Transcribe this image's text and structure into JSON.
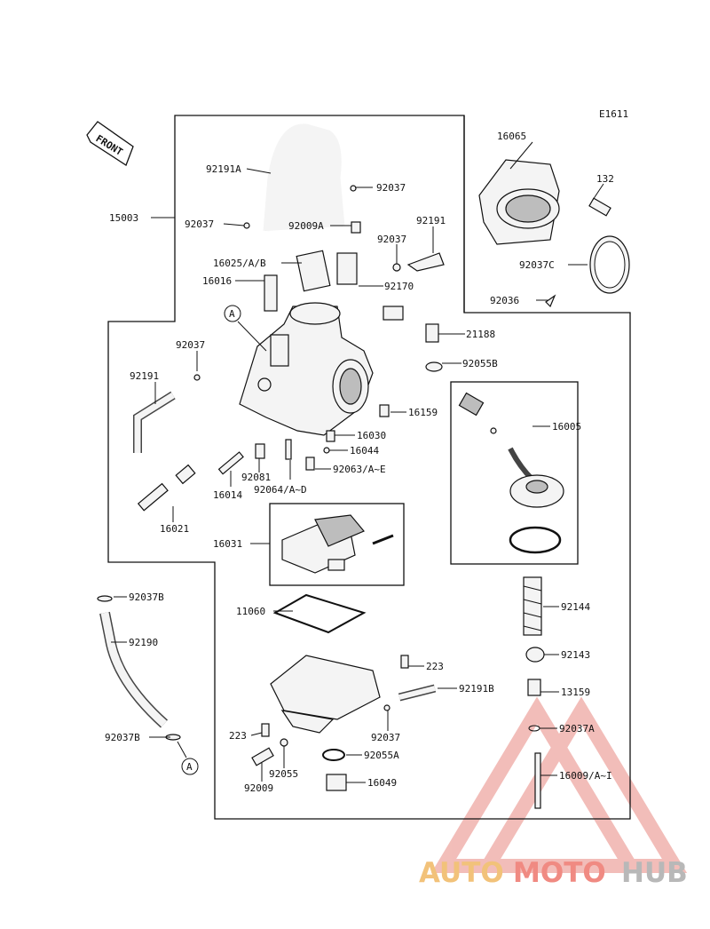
{
  "diagram_code": "E1611",
  "front_label": "FRONT",
  "callout_letter": "A",
  "labels": {
    "p15003": "15003",
    "p92191A": "92191A",
    "p92037_a": "92037",
    "p92037_b": "92037",
    "p92009A": "92009A",
    "p92191_a": "92191",
    "p92037_c": "92037",
    "p16025": "16025/A/B",
    "p16016": "16016",
    "p92170": "92170",
    "p21188": "21188",
    "p92055B": "92055B",
    "p16065": "16065",
    "p132": "132",
    "p92037C": "92037C",
    "p92036": "92036",
    "p92037_d": "92037",
    "p92191_b": "92191",
    "p16159": "16159",
    "p16030": "16030",
    "p16044": "16044",
    "p92063": "92063/A~E",
    "p92064": "92064/A~D",
    "p92081": "92081",
    "p16014": "16014",
    "p16021": "16021",
    "p16005": "16005",
    "p16031": "16031",
    "p92037B_a": "92037B",
    "p92190": "92190",
    "p92037B_b": "92037B",
    "p11060": "11060",
    "p223_a": "223",
    "p92191B": "92191B",
    "p223_b": "223",
    "p92037_e": "92037",
    "p92055A": "92055A",
    "p92055": "92055",
    "p92009": "92009",
    "p16049": "16049",
    "p92144": "92144",
    "p92143": "92143",
    "p13159": "13159",
    "p92037A": "92037A",
    "p16009": "16009/A~I"
  },
  "watermark": {
    "part1": "AUTO",
    "part2": "MOTO",
    "part3": "HUB",
    "color1": "#f2c27a",
    "color2": "#f08a82",
    "color3": "#b8b8b8"
  }
}
